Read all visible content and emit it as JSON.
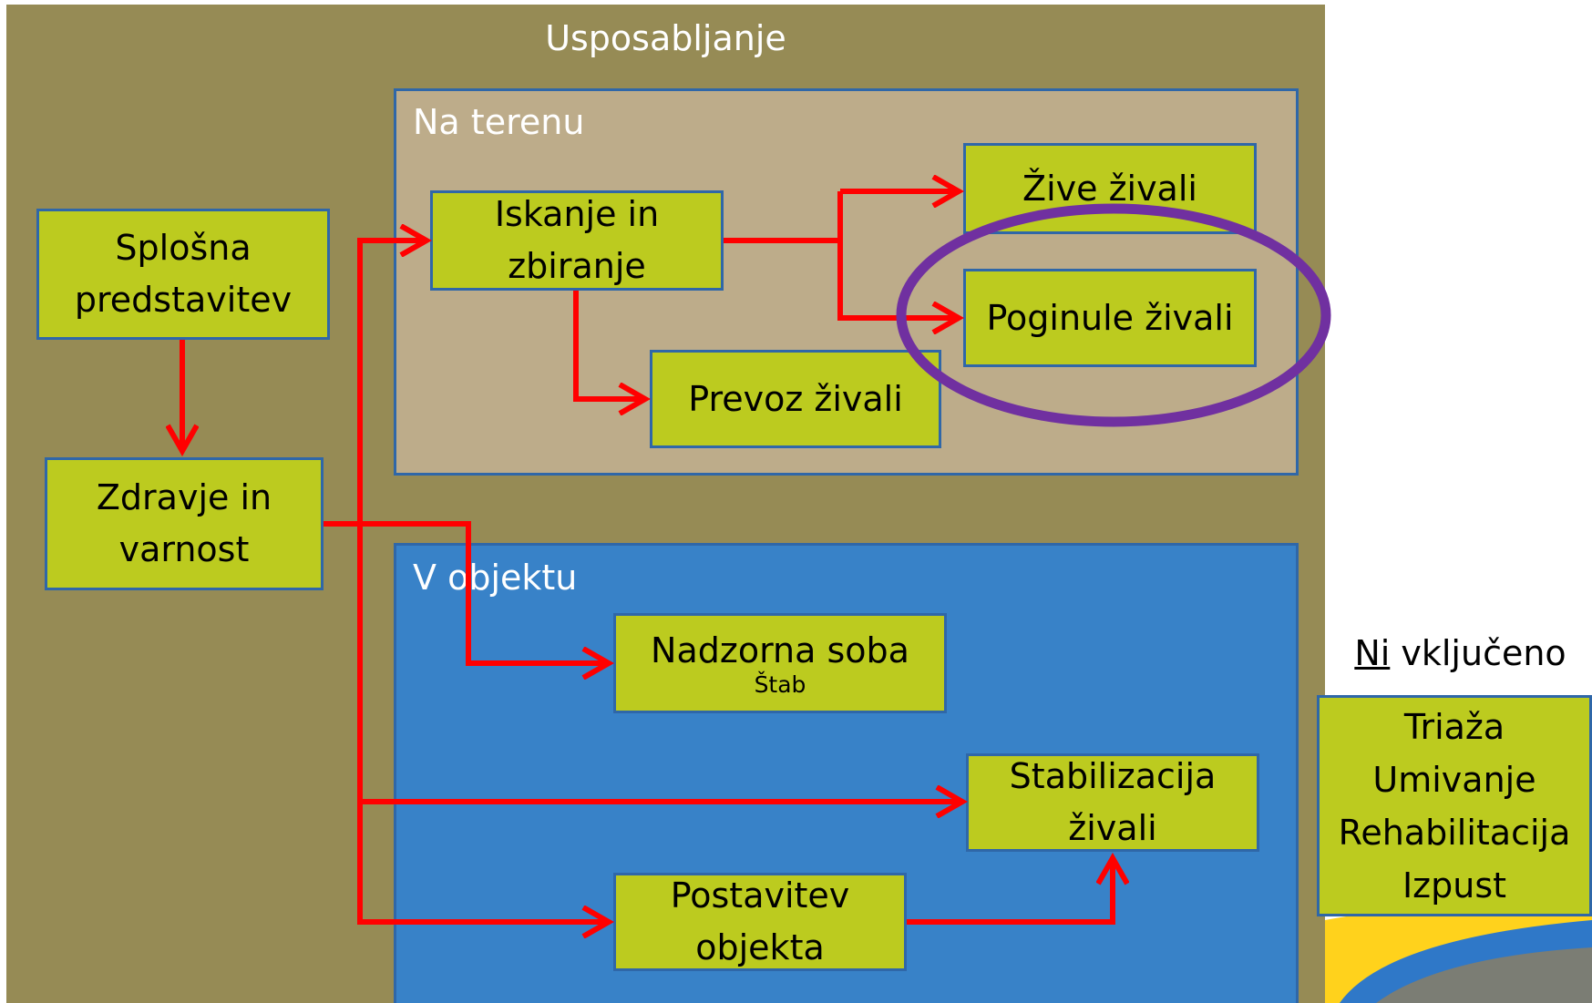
{
  "outer_panel": {
    "title": "Usposabljanje"
  },
  "field_panel": {
    "title": "Na terenu"
  },
  "facility_panel": {
    "title": "V objektu"
  },
  "boxes": {
    "splosna": [
      "Splošna",
      "predstavitev"
    ],
    "zdravje": [
      "Zdravje in",
      "varnost"
    ],
    "iskanje": [
      "Iskanje in",
      "zbiranje"
    ],
    "zive": [
      "Žive živali"
    ],
    "poginule": [
      "Poginule živali"
    ],
    "prevoz": [
      "Prevoz živali"
    ],
    "nadzorna": [
      "Nadzorna soba"
    ],
    "nadzorna_sub": "Štab",
    "stabilizacija": [
      "Stabilizacija",
      "živali"
    ],
    "postavitev": [
      "Postavitev",
      "objekta"
    ]
  },
  "not_included": {
    "heading_prefix": "Ni",
    "heading_rest": " vključeno",
    "items": [
      "Triaža",
      "Umivanje",
      "Rehabilitacija",
      "Izpust"
    ]
  },
  "colors": {
    "outer_bg": "#968b55",
    "field_bg": "#bdac8a",
    "facility_bg": "#3882c8",
    "box_fill": "#bccb1f",
    "box_border": "#2f67a8",
    "arrow": "#ff0000",
    "highlight_ellipse": "#7030a0"
  }
}
